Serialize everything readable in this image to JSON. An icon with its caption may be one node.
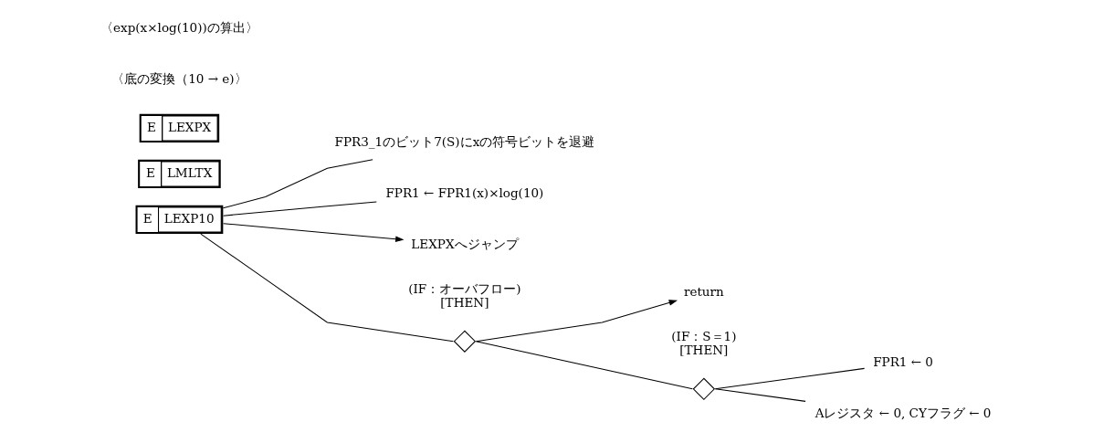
{
  "diagram": {
    "nodes": [
      {
        "text": [
          "E",
          "LEXP10"
        ]
      },
      {
        "text": [
          "FPR3_1のビット7(S)にxの符号ビットを退避"
        ]
      },
      {
        "text": [
          "FPR1 ← FPR1(x)×log(10)"
        ]
      },
      {
        "text": [],
        "shape": "diamond",
        "beside": [
          "(IF：オーバフロー)",
          "[THEN]"
        ]
      },
      {
        "text": [],
        "shape": "diamond",
        "beside": [
          "(IF：S＝1)",
          "[THEN]"
        ]
      },
      {
        "text": [
          "FPR1 ← 0"
        ]
      },
      {
        "text": [
          "Aレジスタ ← 0, CYフラグ ← 0"
        ]
      },
      {
        "text": [
          "return"
        ]
      },
      {
        "text": [
          "LEXPXへジャンプ"
        ]
      },
      {
        "text": [
          "E",
          "LMLTX"
        ]
      },
      {
        "text": [
          "E",
          "LEXPX"
        ]
      }
    ],
    "edges": [
      {
        "from": 0,
        "to": 1,
        "arrow": "none"
      },
      {
        "from": 0,
        "to": 2,
        "arrow": "none"
      },
      {
        "from": 0,
        "to": 3,
        "arrow": "none"
      },
      {
        "from": 3,
        "to": 4,
        "arrow": "none"
      },
      {
        "from": 4,
        "to": 5,
        "arrow": "none"
      },
      {
        "from": 4,
        "to": 6,
        "arrow": "none"
      },
      {
        "from": 3,
        "to": 7,
        "arrow": "to"
      },
      {
        "from": 0,
        "to": 8,
        "arrow": "to"
      }
    ],
    "labels": [
      "〈底の変換（10 → e)〉",
      "〈exp(x×log(10))の算出〉"
    ]
  }
}
